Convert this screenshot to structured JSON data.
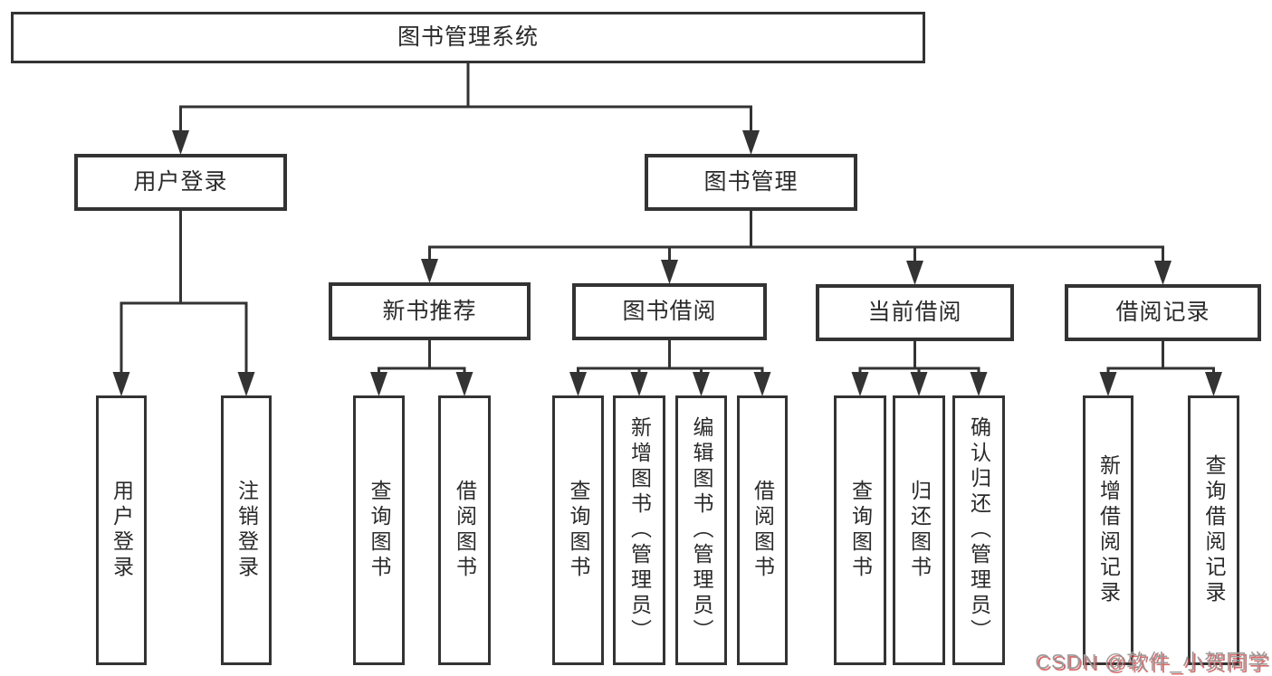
{
  "diagram": {
    "root": {
      "id": "system",
      "label": "图书管理系统",
      "children": [
        {
          "id": "user_login",
          "label": "用户登录",
          "children": [
            {
              "id": "ul_login",
              "label": "用户登录"
            },
            {
              "id": "ul_logout",
              "label": "注销登录"
            }
          ]
        },
        {
          "id": "book_mgmt",
          "label": "图书管理",
          "children": [
            {
              "id": "new_books",
              "label": "新书推荐",
              "children": [
                {
                  "id": "nb_query",
                  "label": "查询图书"
                },
                {
                  "id": "nb_borrow",
                  "label": "借阅图书"
                }
              ]
            },
            {
              "id": "book_borrow",
              "label": "图书借阅",
              "children": [
                {
                  "id": "bb_query",
                  "label": "查询图书"
                },
                {
                  "id": "bb_add",
                  "label": "新增图书（管理员）"
                },
                {
                  "id": "bb_edit",
                  "label": "编辑图书（管理员）"
                },
                {
                  "id": "bb_borrow",
                  "label": "借阅图书"
                }
              ]
            },
            {
              "id": "current_borrow",
              "label": "当前借阅",
              "children": [
                {
                  "id": "cb_query",
                  "label": "查询图书"
                },
                {
                  "id": "cb_return",
                  "label": "归还图书"
                },
                {
                  "id": "cb_confirm",
                  "label": "确认归还（管理员）"
                }
              ]
            },
            {
              "id": "borrow_records",
              "label": "借阅记录",
              "children": [
                {
                  "id": "br_add",
                  "label": "新增借阅记录"
                },
                {
                  "id": "br_query",
                  "label": "查询借阅记录"
                }
              ]
            }
          ]
        }
      ]
    }
  },
  "watermark": {
    "text": "CSDN @软件_小贺同学"
  },
  "colors": {
    "line": "#333333",
    "box_border": "#333333",
    "text": "#2a2a2a",
    "background": "#ffffff",
    "watermark": "#9c9c9c",
    "watermark_shadow": "#ce3a3a"
  }
}
